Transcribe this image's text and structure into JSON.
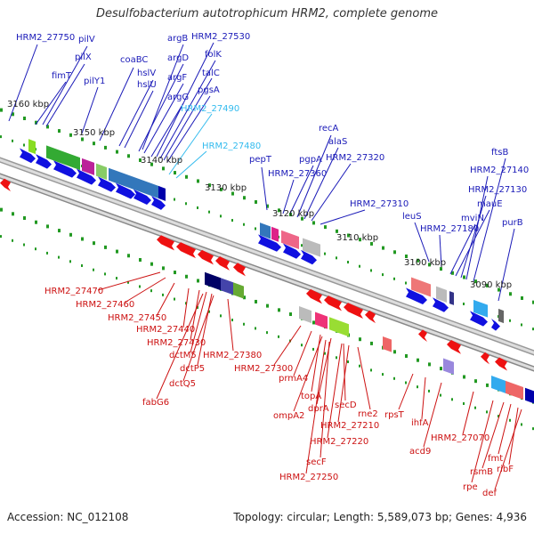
{
  "title": "Desulfobacterium autotrophicum HRM2, complete genome",
  "footer": {
    "accession": "Accession: NC_012108",
    "stats": "Topology: circular; Length: 5,589,073 bp; Genes: 4,936"
  },
  "colors": {
    "forward_label": "#1a1ab8",
    "reverse_label": "#cc1111",
    "rna_label": "#33bbee",
    "forward_arrow": "#1010e0",
    "reverse_arrow": "#ee1111",
    "tick": "#229922",
    "backbone_dark": "#666666",
    "backbone_light": "#d8d8d8"
  },
  "scale_labels": [
    "3160 kbp",
    "3150 kbp",
    "3140 kbp",
    "3130 kbp",
    "3120 kbp",
    "3110 kbp",
    "3100 kbp",
    "3090 kbp"
  ],
  "forward_genes": [
    "HRM2_27750",
    "pilV",
    "pilX",
    "fimT",
    "pilY1",
    "coaBC",
    "argB",
    "hslV",
    "hslU",
    "argD",
    "argF",
    "argG",
    "HRM2_27530",
    "folK",
    "talC",
    "pgsA",
    "pepT",
    "HRM2_27360",
    "pgpA",
    "recA",
    "alaS",
    "HRM2_27320",
    "HRM2_27310",
    "leuS",
    "HRM2_27180",
    "mviN",
    "mauE",
    "HRM2_27130",
    "HRM2_27140",
    "ftsB",
    "purB"
  ],
  "rna_genes": [
    "HRM2_27490",
    "HRM2_27480"
  ],
  "reverse_genes": [
    "HRM2_27470",
    "HRM2_27460",
    "HRM2_27450",
    "HRM2_27440",
    "HRM2_27430",
    "dctM5",
    "dctP5",
    "dctQ5",
    "fabG6",
    "HRM2_27380",
    "HRM2_27300",
    "prmA4",
    "topA",
    "dprA",
    "ompA2",
    "secD",
    "HRM2_27210",
    "HRM2_27220",
    "rne2",
    "secF",
    "HRM2_27250",
    "rpsT",
    "ihfA",
    "acd9",
    "HRM2_27070",
    "fmt",
    "ribF",
    "rsmB",
    "rpe",
    "def"
  ]
}
